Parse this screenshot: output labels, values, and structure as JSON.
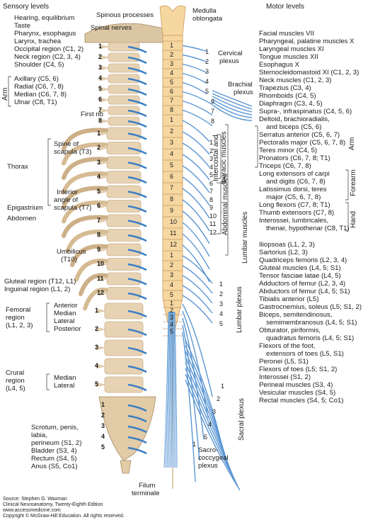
{
  "headers": {
    "sensory": "Sensory levels",
    "motor": "Motor levels"
  },
  "top_labels": {
    "spinous": "Spinous processes",
    "nerves": "Spinal nerves",
    "medulla": "Medulla",
    "oblongata": "oblongata",
    "cervical_1": "Cervical",
    "cervical_2": "plexus",
    "brachial_1": "Brachial",
    "brachial_2": "plexus",
    "first_rib": "First rib"
  },
  "sensory_top": [
    "Hearing, equilibrium",
    "Taste",
    "Pharynx, esophagus",
    "Larynx, trachea",
    "Occipital region (C1, 2)",
    "Neck region (C2, 3, 4)",
    "Shoulder (C4, 5)"
  ],
  "arm_group": {
    "label": "Arm",
    "items": [
      "Axillary (C5, 6)",
      "Radial (C6, 7, 8)",
      "Median (C6, 7, 8)",
      "Ulnar (C8, T1)"
    ]
  },
  "thorax_labels": {
    "spine_1": "Spine of",
    "spine_2": "scapula (T3)",
    "thorax": "Thorax",
    "inferior_1": "Inferior",
    "inferior_2": "angle of",
    "inferior_3": "scapula (T7)",
    "epigastrium": "Epigastrium",
    "abdomen": "Abdomen",
    "umbilicus_1": "Umbilicus",
    "umbilicus_2": "(T10)"
  },
  "lower_sensory": {
    "gluteal": "Gluteal region (T12, L1)",
    "inguinal": "Inguinal region (L1, 2)",
    "femoral_1": "Femoral",
    "femoral_2": "region",
    "femoral_3": "(L1, 2, 3)",
    "femoral_items": [
      "Anterior",
      "Median",
      "Lateral",
      "Posterior"
    ],
    "crural_1": "Crural",
    "crural_2": "region",
    "crural_3": "(L4, 5)",
    "crural_items": [
      "Median",
      "Lateral"
    ]
  },
  "sacral_sensory": [
    "Scrotum, penis,",
    "labia,",
    "perineum (S1, 2)",
    "Bladder (S3, 4)",
    "Rectum (S4, 5)",
    "Anus (S5, Co1)"
  ],
  "bottom_labels": {
    "filum_1": "Filum",
    "filum_2": "terminale",
    "sacro_1": "Sacro-",
    "sacro_2": "coccygeal",
    "sacro_3": "plexus"
  },
  "plexus_labels": {
    "intercostal_1": "Intercostal and",
    "intercostal_2": "thoracic muscles",
    "abdominal": "Abdominal muscles",
    "lumbar_muscles": "Lumbar muscles",
    "lumbar_plexus": "Lumbar plexus",
    "sacral_plexus": "Sacral plexus"
  },
  "motor_list": [
    {
      "t": "Facial muscles VII",
      "i": false
    },
    {
      "t": "Pharyngeal, palatine muscles X",
      "i": false
    },
    {
      "t": "Laryngeal muscles XI",
      "i": false
    },
    {
      "t": "Tongue muscles XII",
      "i": false
    },
    {
      "t": "Esophagus X",
      "i": false
    },
    {
      "t": "Sternocleidomastoid XI (C1, 2, 3)",
      "i": false
    },
    {
      "t": "Neck muscles (C1, 2, 3)",
      "i": false
    },
    {
      "t": "Trapezius (C3, 4)",
      "i": false
    },
    {
      "t": "Rhomboids (C4, 5)",
      "i": false
    },
    {
      "t": "Diaphragm (C3, 4, 5)",
      "i": false
    },
    {
      "t": "Supra-, infraspinatus (C4, 5, 6)",
      "i": false
    },
    {
      "t": "Deltoid, brachioradialis,",
      "i": false
    },
    {
      "t": "and biceps (C5, 6)",
      "i": true
    },
    {
      "t": "Serratus anterior (C5, 6, 7)",
      "i": false
    },
    {
      "t": "Pectoralis major (C5, 6, 7, 8)",
      "i": false
    },
    {
      "t": "Teres minor (C4, 5)",
      "i": false
    },
    {
      "t": "Pronators (C6, 7, 8; T1)",
      "i": false
    },
    {
      "t": "Triceps (C6, 7, 8)",
      "i": false
    },
    {
      "t": "Long extensors of carpi",
      "i": false
    },
    {
      "t": "and digits (C6, 7, 8)",
      "i": true
    },
    {
      "t": "Latissimus dorsi, teres",
      "i": false
    },
    {
      "t": "major (C5, 6, 7, 8)",
      "i": true
    },
    {
      "t": "Long flexors (C7, 8; T1)",
      "i": false
    },
    {
      "t": "Thumb extensors (C7, 8)",
      "i": false
    },
    {
      "t": "Interossei, lumbricales,",
      "i": false
    },
    {
      "t": "thenar, hypothenar (C8, T1)",
      "i": true
    }
  ],
  "motor_groups": {
    "arm": "Arm",
    "forearm": "Forearm",
    "hand": "Hand"
  },
  "motor_lower": [
    {
      "t": "Iliopsoas (L1, 2, 3)",
      "i": false
    },
    {
      "t": "Sartorius (L2, 3)",
      "i": false
    },
    {
      "t": "Quadriceps femoris (L2, 3, 4)",
      "i": false
    },
    {
      "t": "Gluteal muscles (L4, 5; S1)",
      "i": false
    },
    {
      "t": "Tensor fasciae latae (L4, 5)",
      "i": false
    },
    {
      "t": "Adductors of femur (L2, 3, 4)",
      "i": false
    },
    {
      "t": "Abductors of femur (L4, 5; S1)",
      "i": false
    },
    {
      "t": "Tibialis anterior (L5)",
      "i": false
    },
    {
      "t": "Gastrocnemius, soleus (L5; S1, 2)",
      "i": false
    },
    {
      "t": "Biceps, semitendinosus,",
      "i": false
    },
    {
      "t": "semimembranosus (L4, 5; S1)",
      "i": true
    },
    {
      "t": "Obturator, piriformis,",
      "i": false
    },
    {
      "t": "quadratus femoris (L4, 5; S1)",
      "i": true
    },
    {
      "t": "Flexors of the foot,",
      "i": false
    },
    {
      "t": "extensors of toes (L5, S1)",
      "i": true
    },
    {
      "t": "Peronei (L5, S1)",
      "i": false
    },
    {
      "t": "Flexors of toes (L5; S1, 2)",
      "i": false
    },
    {
      "t": "Interossei (S1, 2)",
      "i": false
    },
    {
      "t": "Perineal muscles (S3, 4)",
      "i": false
    },
    {
      "t": "Vesicular muscles (S4, 5)",
      "i": false
    },
    {
      "t": "Rectal muscles (S4, 5; Co1)",
      "i": false
    }
  ],
  "cord_segments": [
    "1",
    "2",
    "3",
    "4",
    "5",
    "6",
    "7",
    "8",
    "1",
    "2",
    "3",
    "4",
    "5",
    "6",
    "7",
    "8",
    "9",
    "10",
    "11",
    "12",
    "1",
    "2",
    "3",
    "4",
    "5",
    "1",
    "2",
    "3",
    "4",
    "5"
  ],
  "vertebra_numbers": [
    "1",
    "2",
    "3",
    "4",
    "5",
    "6",
    "7",
    "8",
    "1",
    "2",
    "3",
    "4",
    "5",
    "6",
    "7",
    "8",
    "9",
    "10",
    "11",
    "12",
    "1",
    "2",
    "3",
    "4",
    "5",
    "1",
    "2",
    "3",
    "4",
    "5"
  ],
  "plexus_numbers": {
    "cervical": [
      "1",
      "2",
      "3",
      "4",
      "5",
      "6",
      "7",
      "8"
    ],
    "thoracic": [
      "1",
      "2",
      "3",
      "4",
      "5",
      "6",
      "7",
      "8",
      "9",
      "10",
      "11",
      "12"
    ],
    "lumbar": [
      "1",
      "2",
      "3",
      "4",
      "5"
    ],
    "sacral": [
      "1",
      "2",
      "3",
      "4",
      "5"
    ],
    "coccygeal": [
      "1"
    ]
  },
  "source": {
    "line1": "Source: Stephen G. Waxman",
    "line2": "Clinical Neuroanatomy, Twenty-Eighth Edition",
    "line3": "www.accessmedicine.com",
    "line4": "Copyright © McGraw-Hill Education. All rights reserved."
  },
  "colors": {
    "bone": "#e7d3b3",
    "bone_dark": "#cbb08a",
    "cord": "#f7d9a5",
    "nerve": "#4f8fd0"
  }
}
